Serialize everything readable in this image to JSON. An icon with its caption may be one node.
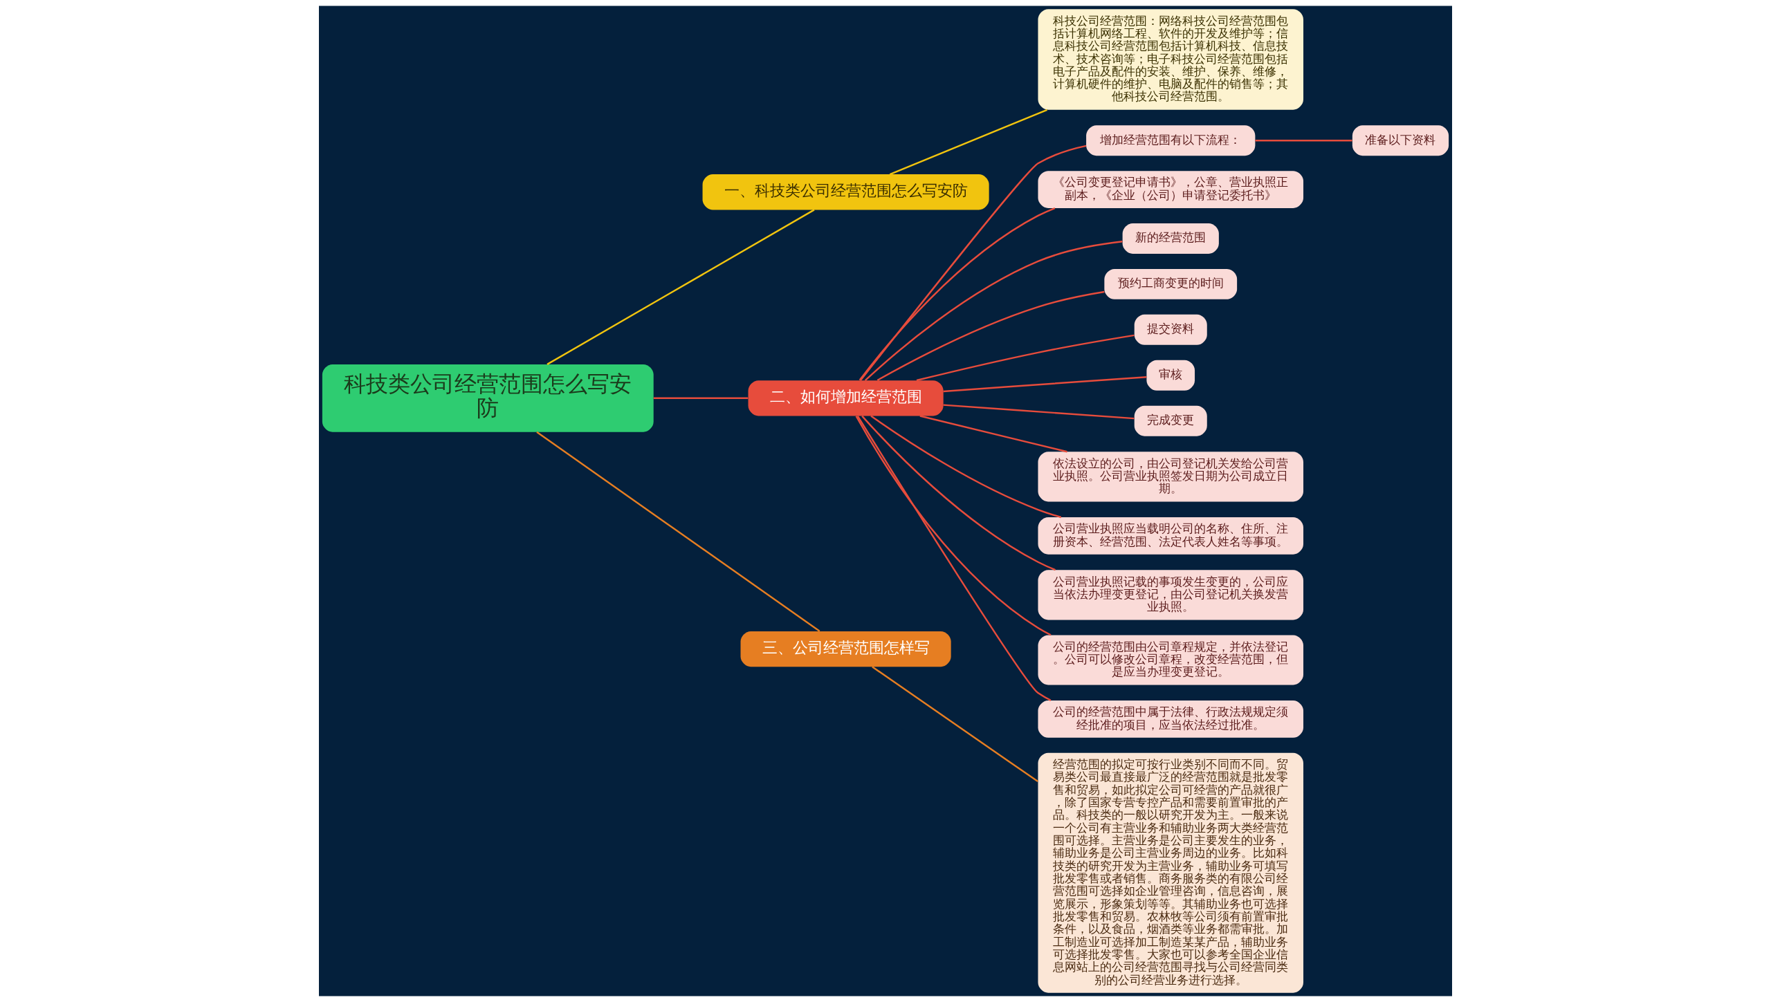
{
  "diagram": {
    "nodes": [
      {
        "text": [
          "科技类公司经营范围怎么写安防"
        ]
      },
      {
        "text": [
          "一、科技类公司经营范围怎么写安防"
        ]
      },
      {
        "text": [
          "科技公司经营范围：网络科技公司经营范围包括计算机网络工程、软件的开发及维护等；信息科技公司经营范围包括计算机科技、信息技术、技术咨询等；电子科技公司经营范围包括电子产品及配件的安装、维护、保养、维修，计算机硬件的维护、电脑及配件的销售等；其他科技公司经营范围。"
        ]
      },
      {
        "text": [
          "二、如何增加经营范围"
        ]
      },
      {
        "text": [
          "增加经营范围有以下流程："
        ]
      },
      {
        "text": [
          "准备以下资料"
        ]
      },
      {
        "text": [
          "《公司变更登记申请书》，公章、营业执照正副本，《企业（公司）申请登记委托书》"
        ]
      },
      {
        "text": [
          "新的经营范围"
        ]
      },
      {
        "text": [
          "预约工商变更的时间"
        ]
      },
      {
        "text": [
          "提交资料"
        ]
      },
      {
        "text": [
          "审核"
        ]
      },
      {
        "text": [
          "完成变更"
        ]
      },
      {
        "text": [
          "依法设立的公司，由公司登记机关发给公司营业执照。公司营业执照签发日期为公司成立日期。"
        ]
      },
      {
        "text": [
          "公司营业执照应当载明公司的名称、住所、注册资本、经营范围、法定代表人姓名等事项。"
        ]
      },
      {
        "text": [
          "公司营业执照记载的事项发生变更的，公司应当依法办理变更登记，由公司登记机关换发营业执照。"
        ]
      },
      {
        "text": [
          "公司的经营范围由公司章程规定，并依法登记。公司可以修改公司章程，改变经营范围，但是应当办理变更登记。"
        ]
      },
      {
        "text": [
          "公司的经营范围中属于法律、行政法规规定须经批准的项目，应当依法经过批准。"
        ]
      },
      {
        "text": [
          "三、公司经营范围怎样写"
        ]
      },
      {
        "text": [
          "经营范围的拟定可按行业类别不同而不同。贸易类公司最直接最广泛的经营范围就是批发零售和贸易，如此拟定公司可经营的产品就很广，除了国家专营专控产品和需要前置审批的产品。科技类的一般以研究开发为主。一般来说一个公司有主营业务和辅助业务两大类经营范围可选择。主营业务是公司主要发生的业务，辅助业务是公司主营业务周边的业务。比如科技类的研究开发为主营业务，辅助业务可填写批发零售或者销售。商务服务类的有限公司经营范围可选择如企业管理咨询，信息咨询，展览展示，形象策划等等。其辅助业务也可选择批发零售和贸易。农林牧等公司须有前置审批条件，以及食品，烟酒类等业务都需审批。加工制造业可选择加工制造某某产品，辅助业务可选择批发零售。大家也可以参考全国企业信息网站上的公司经营范围寻找与公司经营同类别的公司经营业务进行选择。"
        ]
      }
    ],
    "edges": [
      {
        "from": 0,
        "to": 1,
        "arrow": "none",
        "color": "#f1c40f"
      },
      {
        "from": 1,
        "to": 2,
        "arrow": "none",
        "color": "#f1c40f"
      },
      {
        "from": 0,
        "to": 3,
        "arrow": "none"
      },
      {
        "from": 3,
        "to": 4,
        "arrow": "none"
      },
      {
        "from": 4,
        "to": 5,
        "arrow": "none"
      },
      {
        "from": 3,
        "to": 6,
        "arrow": "none"
      },
      {
        "from": 3,
        "to": 7,
        "arrow": "none"
      },
      {
        "from": 3,
        "to": 8,
        "arrow": "none"
      },
      {
        "from": 3,
        "to": 9,
        "arrow": "none"
      },
      {
        "from": 3,
        "to": 10,
        "arrow": "none"
      },
      {
        "from": 3,
        "to": 11,
        "arrow": "none"
      },
      {
        "from": 3,
        "to": 12,
        "arrow": "none"
      },
      {
        "from": 3,
        "to": 13,
        "arrow": "none"
      },
      {
        "from": 3,
        "to": 14,
        "arrow": "none"
      },
      {
        "from": 3,
        "to": 15,
        "arrow": "none"
      },
      {
        "from": 3,
        "to": 16,
        "arrow": "none"
      },
      {
        "from": 0,
        "to": 17,
        "arrow": "none",
        "color": "#e67e22"
      },
      {
        "from": 17,
        "to": 18,
        "arrow": "none",
        "color": "#e67e22"
      }
    ]
  }
}
